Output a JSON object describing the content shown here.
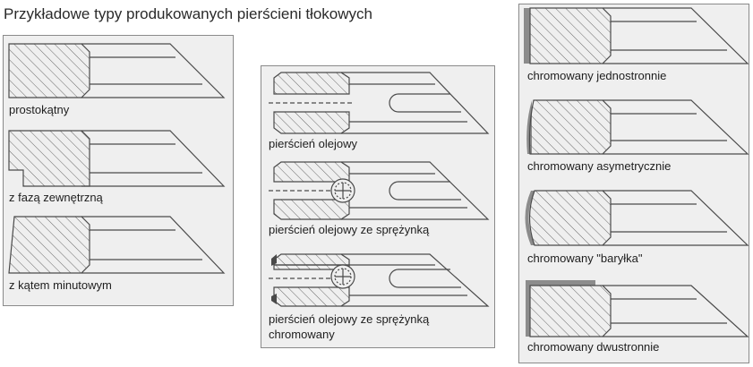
{
  "title": "Przykładowe typy produkowanych pierścieni tłokowych",
  "panels": {
    "left": {
      "rings": [
        {
          "label": "prostokątny"
        },
        {
          "label": "z fazą zewnętrzną"
        },
        {
          "label": "z kątem minutowym"
        }
      ]
    },
    "middle": {
      "rings": [
        {
          "label": "pierścień olejowy"
        },
        {
          "label": "pierścień olejowy ze sprężynką"
        },
        {
          "label": "pierścień olejowy ze sprężynką",
          "label2": "chromowany"
        }
      ]
    },
    "right": {
      "rings": [
        {
          "label": "chromowany jednostronnie"
        },
        {
          "label": "chromowany asymetrycznie"
        },
        {
          "label": "chromowany \"baryłka\""
        },
        {
          "label": "chromowany dwustronnie"
        }
      ]
    }
  },
  "colors": {
    "panel_bg": "#efefef",
    "outline": "#4a4a4a",
    "hatch": "#6a6a6a",
    "chrome": "#8c8c8c"
  }
}
